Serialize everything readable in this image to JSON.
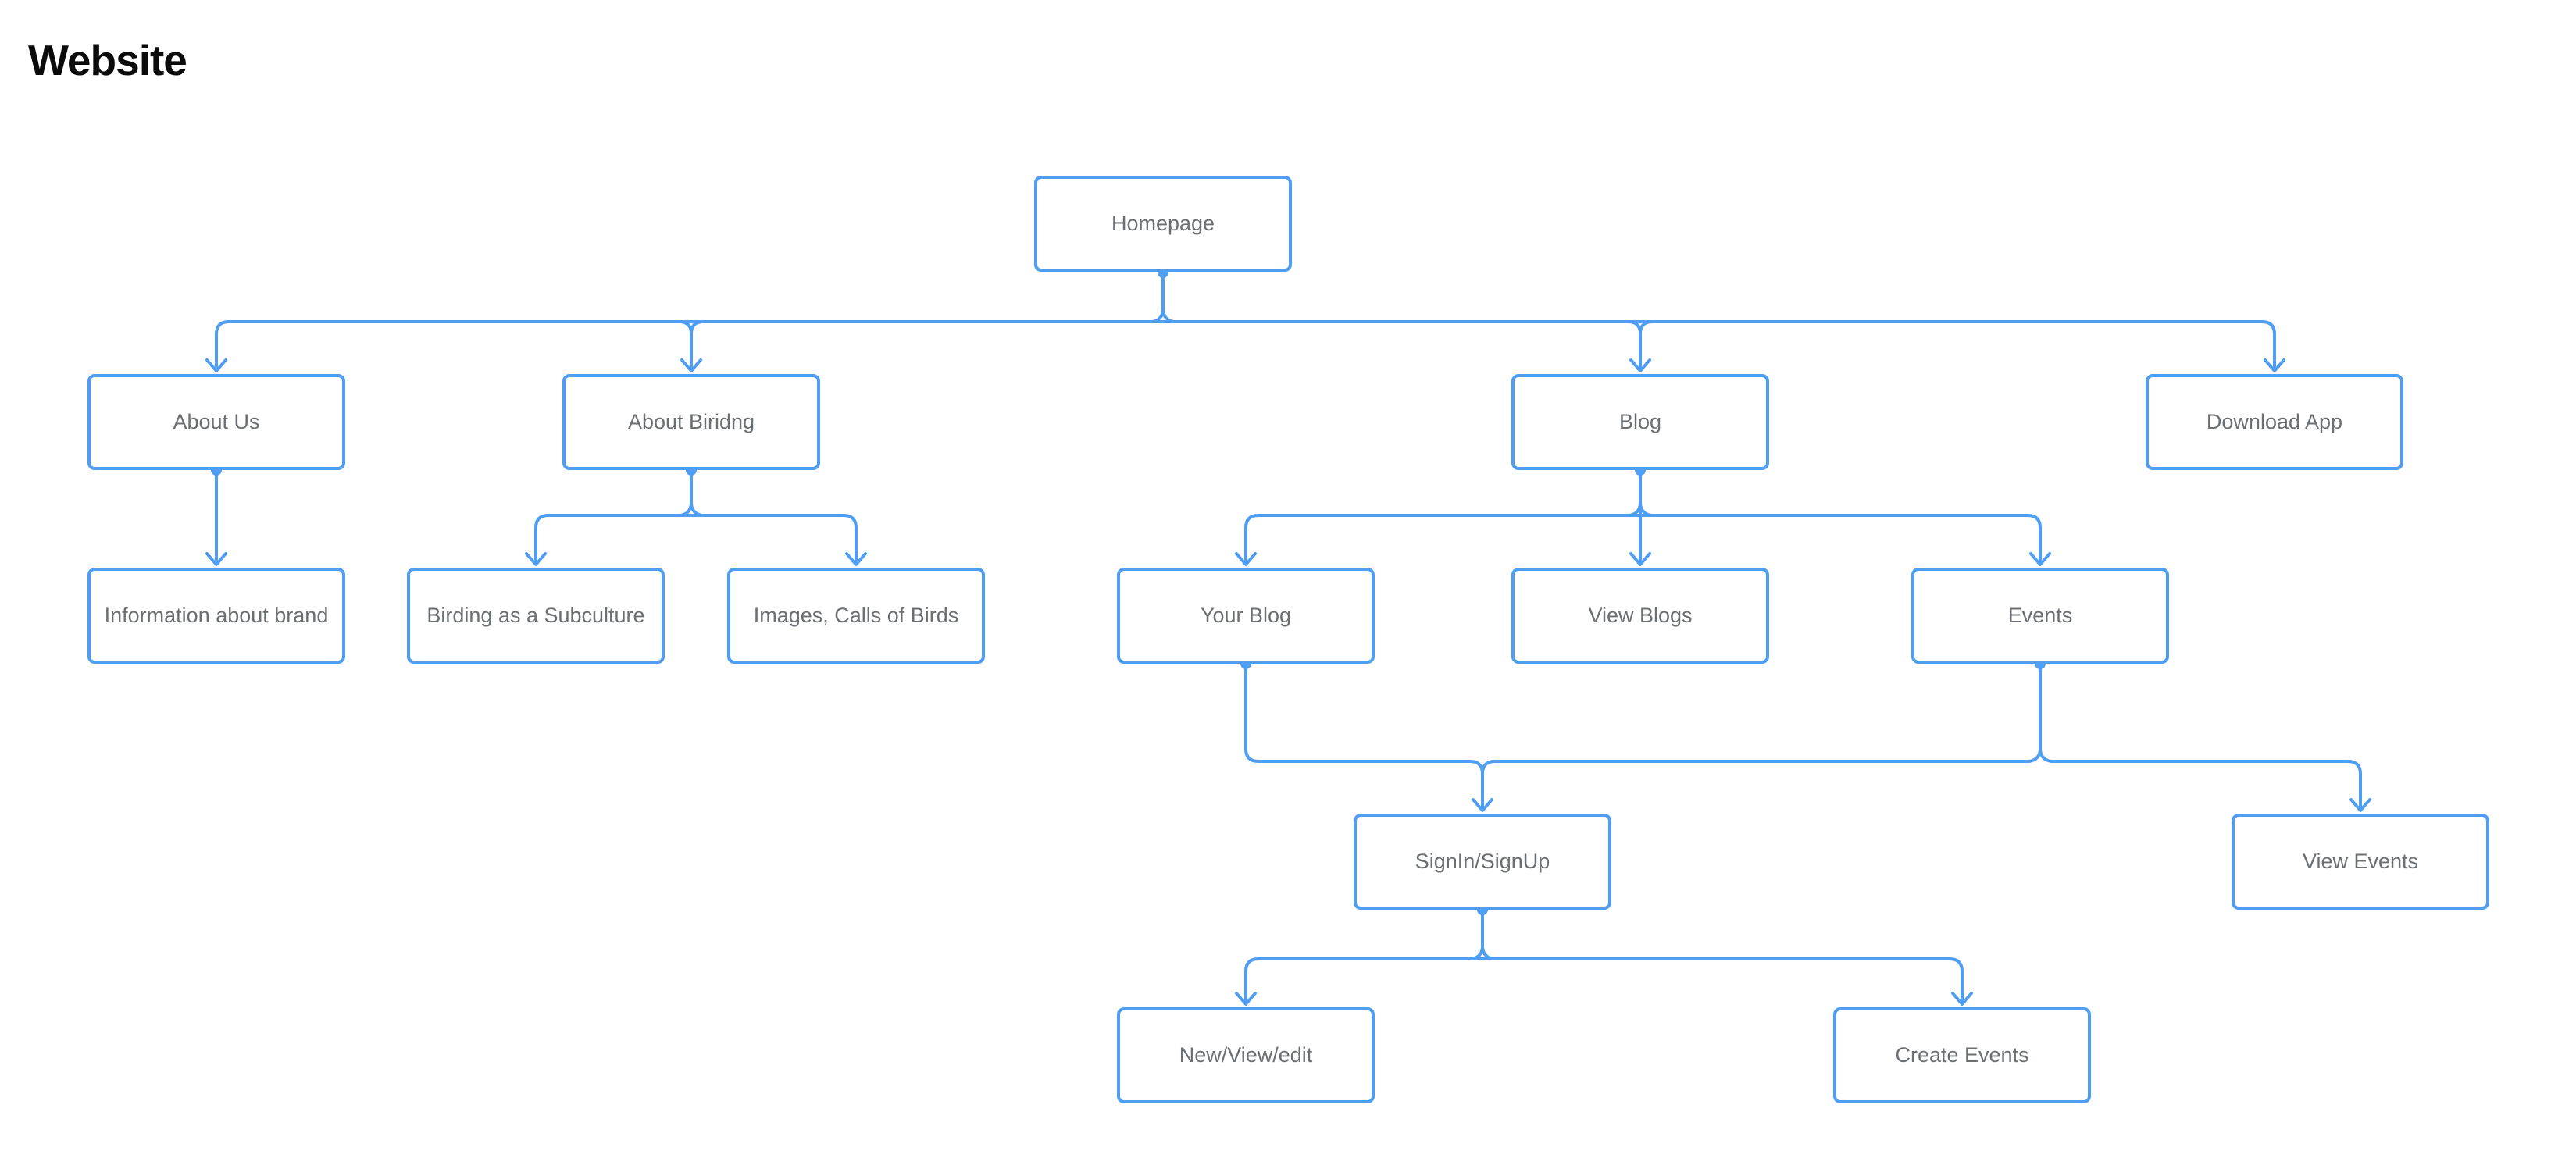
{
  "page": {
    "title": "Website"
  },
  "colors": {
    "accent": "#4f9ef2",
    "label": "#6b6f73",
    "title": "#0b0b0b",
    "background": "#ffffff"
  },
  "diagram": {
    "type": "sitemap-flowchart",
    "nodes": {
      "homepage": {
        "label": "Homepage"
      },
      "about_us": {
        "label": "About Us"
      },
      "about_birding": {
        "label": "About Biridng"
      },
      "blog": {
        "label": "Blog"
      },
      "download_app": {
        "label": "Download App"
      },
      "info_brand": {
        "label": "Information about brand"
      },
      "subculture": {
        "label": "Birding as a Subculture"
      },
      "images_calls": {
        "label": "Images, Calls of Birds"
      },
      "your_blog": {
        "label": "Your Blog"
      },
      "view_blogs": {
        "label": "View Blogs"
      },
      "events": {
        "label": "Events"
      },
      "signin": {
        "label": "SignIn/SignUp"
      },
      "view_events": {
        "label": "View Events"
      },
      "new_view_edit": {
        "label": "New/View/edit"
      },
      "create_events": {
        "label": "Create Events"
      }
    },
    "edges": [
      {
        "from": "Homepage",
        "to": "About Us"
      },
      {
        "from": "Homepage",
        "to": "About Biridng"
      },
      {
        "from": "Homepage",
        "to": "Blog"
      },
      {
        "from": "Homepage",
        "to": "Download App"
      },
      {
        "from": "About Us",
        "to": "Information about brand"
      },
      {
        "from": "About Biridng",
        "to": "Birding as a Subculture"
      },
      {
        "from": "About Biridng",
        "to": "Images, Calls of Birds"
      },
      {
        "from": "Blog",
        "to": "Your Blog"
      },
      {
        "from": "Blog",
        "to": "View Blogs"
      },
      {
        "from": "Blog",
        "to": "Events"
      },
      {
        "from": "Your Blog",
        "to": "SignIn/SignUp"
      },
      {
        "from": "Events",
        "to": "SignIn/SignUp"
      },
      {
        "from": "Events",
        "to": "View Events"
      },
      {
        "from": "SignIn/SignUp",
        "to": "New/View/edit"
      },
      {
        "from": "SignIn/SignUp",
        "to": "Create Events"
      }
    ]
  }
}
